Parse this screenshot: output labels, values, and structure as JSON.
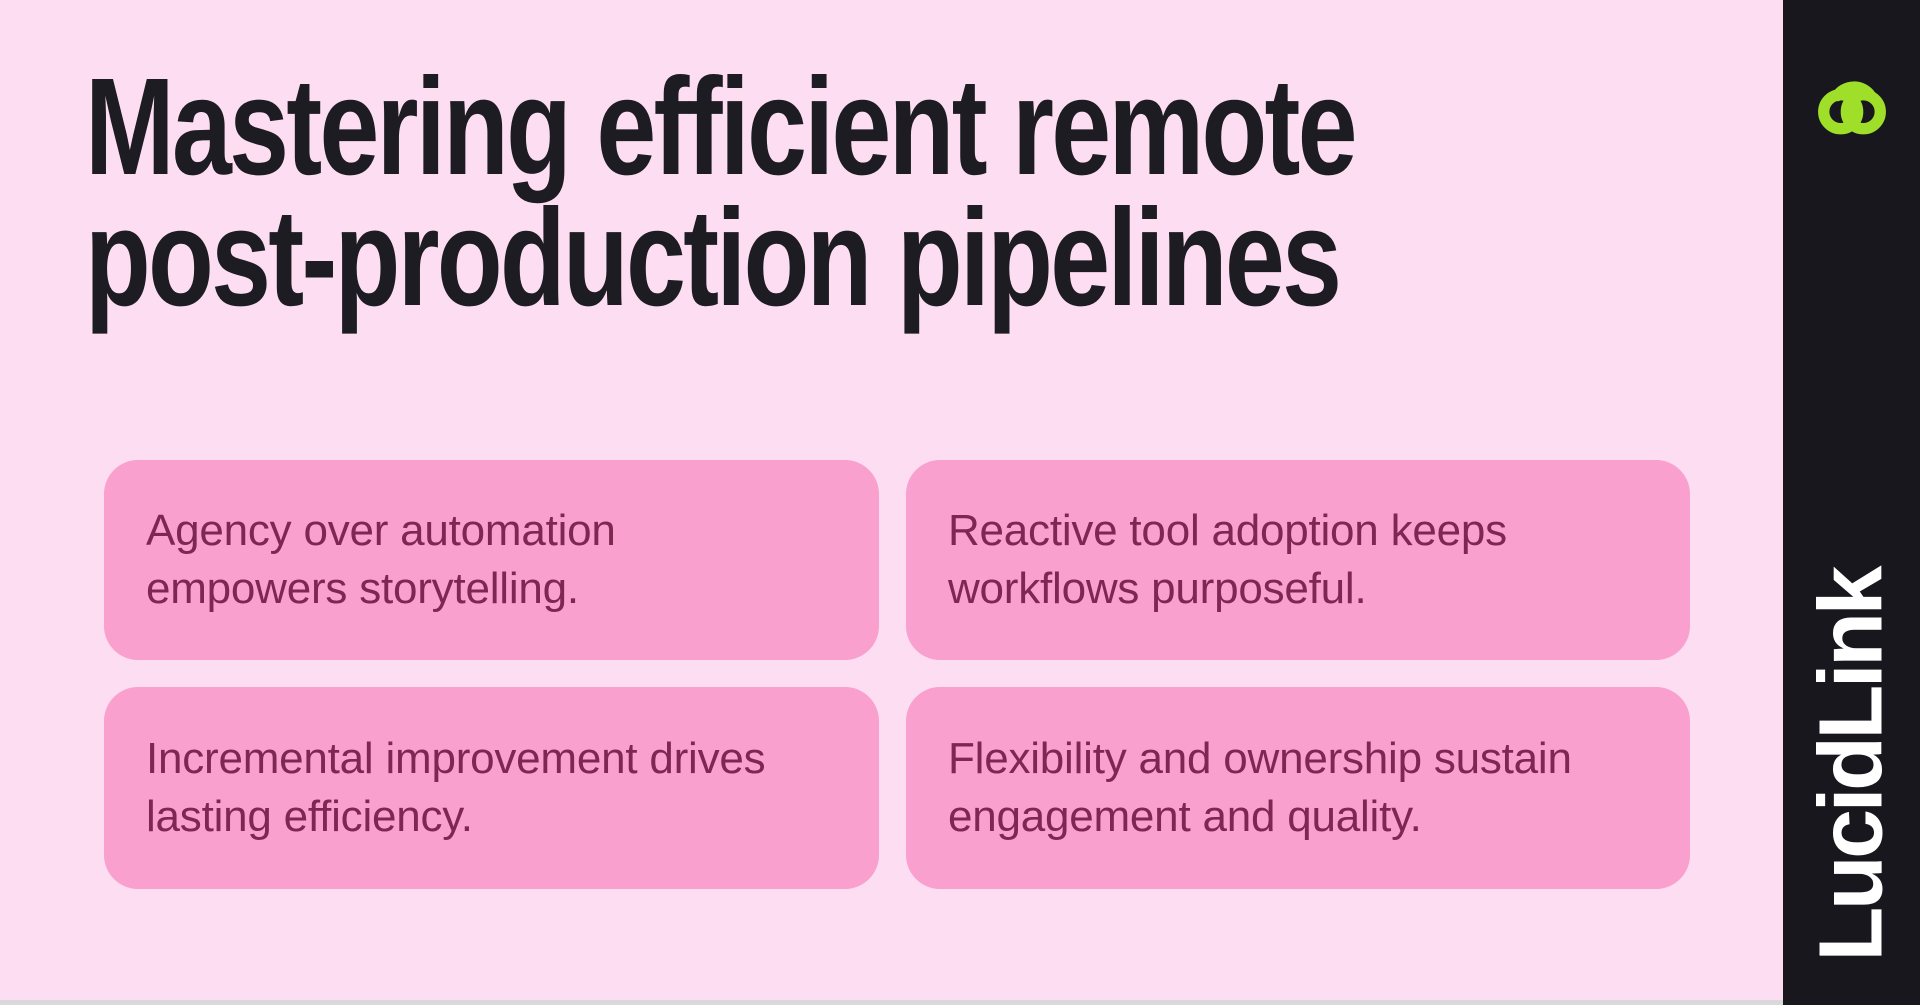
{
  "title": {
    "lines": [
      "Mastering efficient remote",
      "post-production pipelines"
    ]
  },
  "cards": [
    {
      "lines": [
        "Agency over automation",
        "empowers storytelling."
      ]
    },
    {
      "lines": [
        "Reactive tool adoption keeps",
        "workflows purposeful."
      ]
    },
    {
      "lines": [
        "Incremental improvement drives",
        "lasting efficiency."
      ]
    },
    {
      "lines": [
        "Flexibility and ownership sustain",
        "engagement and quality."
      ]
    }
  ],
  "sidebar": {
    "brand_wordmark": "LucidLink",
    "logo_icon": "lucidlink-cloud-infinity-icon"
  },
  "colors": {
    "background": "#FCDDF2",
    "card_bg": "#F9A0CE",
    "card_text": "#7E2753",
    "title_text": "#1C1C22",
    "sidebar_bg": "#17171D",
    "logo_green": "#9FDF2A",
    "wordmark_text": "#FFFFFF",
    "bottom_strip": "#D9D9DC"
  }
}
